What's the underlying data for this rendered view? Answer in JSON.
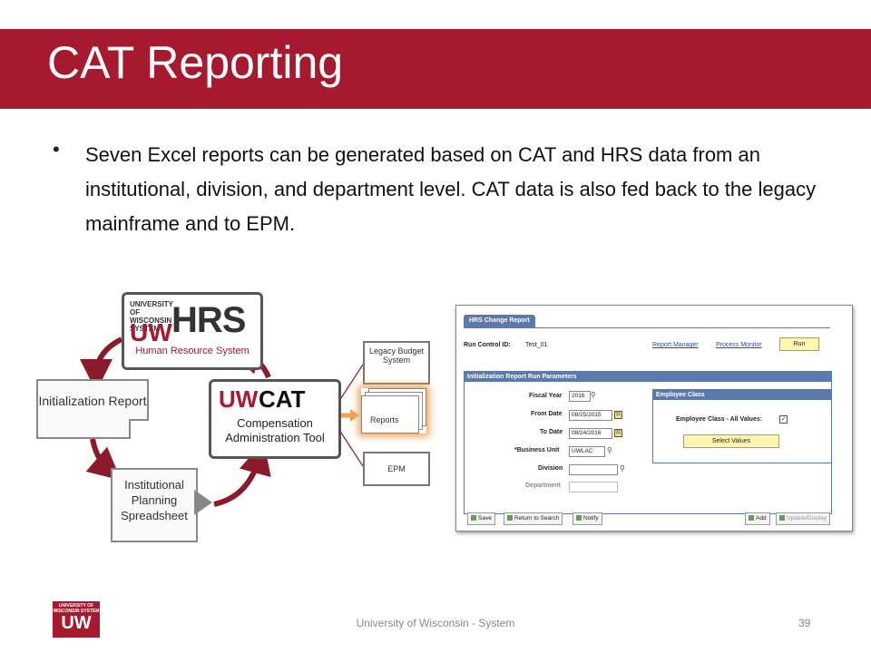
{
  "title": "CAT Reporting",
  "bullet": "Seven Excel reports can be generated based on CAT and HRS data from an institutional, division, and department level. CAT data is also fed back to the legacy mainframe and to EPM.",
  "diagram": {
    "hrs_logo_top": "UNIVERSITY OF WISCONSIN SYSTEM",
    "hrs_logo_uw": "UW",
    "hrs_logo_big": "HRS",
    "hrs_subtitle": "Human Resource System",
    "init_report": "Initialization Report",
    "cat_uw": "UW",
    "cat_cat": "CAT",
    "cat_subtitle": "Compensation Administration Tool",
    "ips": "Institutional Planning Spreadsheet",
    "legacy": "Legacy Budget System",
    "reports": "Reports",
    "epm": "EPM"
  },
  "screenshot": {
    "tab": "HRS Change Report",
    "run_control_label": "Run Control ID:",
    "run_control_value": "Test_01",
    "report_manager": "Report Manager",
    "process_monitor": "Process Monitor",
    "run_button": "Run",
    "params_header": "Initialization Report Run Parameters",
    "fiscal_year_label": "Fiscal Year",
    "fiscal_year_value": "2016",
    "from_date_label": "From Date",
    "from_date_value": "08/25/2015",
    "to_date_label": "To Date",
    "to_date_value": "08/24/2016",
    "business_unit_label": "*Business Unit",
    "business_unit_value": "UWLAC",
    "division_label": "Division",
    "department_label": "Department",
    "employee_class_header": "Employee Class",
    "employee_class_all_label": "Employee Class - All Values:",
    "select_values_button": "Select Values",
    "save_button": "Save",
    "return_button": "Return to Search",
    "notify_button": "Notify",
    "add_button": "Add",
    "update_button": "Update/Display"
  },
  "footer": {
    "logo_top": "UNIVERSITY OF WISCONSIN SYSTEM",
    "logo_uw": "UW",
    "text": "University of Wisconsin - System",
    "page": "39"
  },
  "colors": {
    "brand": "#a6192e",
    "panel_blue": "#5a79ad",
    "highlight": "#f0a050"
  }
}
